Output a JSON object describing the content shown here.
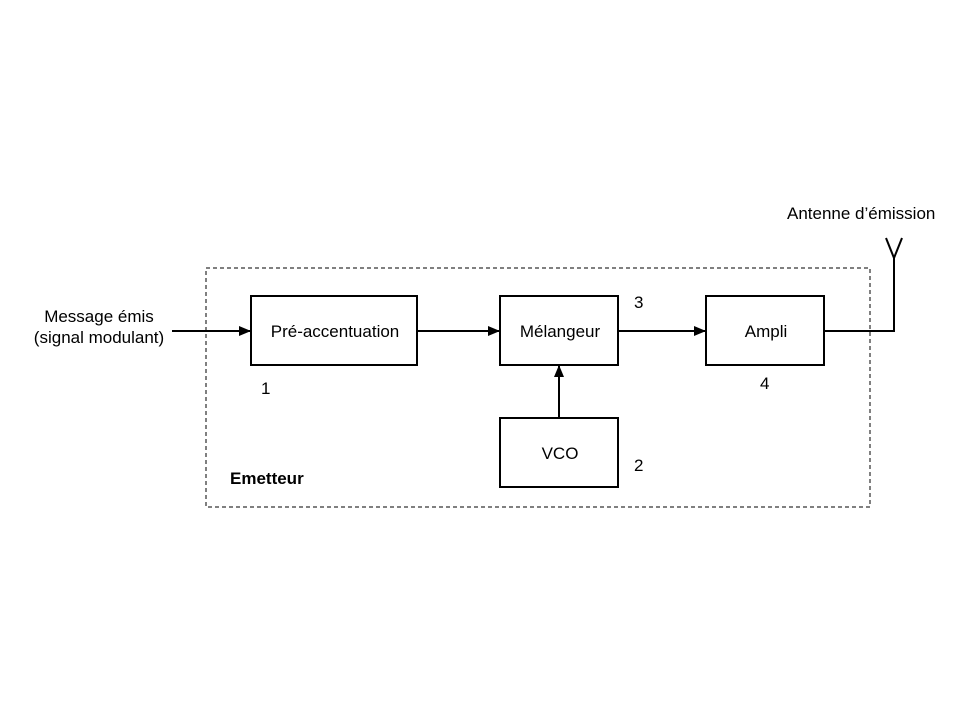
{
  "diagram": {
    "container_label": "Emetteur",
    "input_label_line1": "Message émis",
    "input_label_line2": "(signal modulant)",
    "antenna_label": "Antenne d’émission",
    "blocks": [
      {
        "id": "preaccentuation",
        "label": "Pré-accentuation",
        "number": "1"
      },
      {
        "id": "vco",
        "label": "VCO",
        "number": "2"
      },
      {
        "id": "melangeur",
        "label": "Mélangeur",
        "number": "3"
      },
      {
        "id": "ampli",
        "label": "Ampli",
        "number": "4"
      }
    ],
    "connections": [
      {
        "from": "input",
        "to": "preaccentuation"
      },
      {
        "from": "preaccentuation",
        "to": "melangeur"
      },
      {
        "from": "vco",
        "to": "melangeur"
      },
      {
        "from": "melangeur",
        "to": "ampli"
      },
      {
        "from": "ampli",
        "to": "antenna"
      }
    ]
  }
}
